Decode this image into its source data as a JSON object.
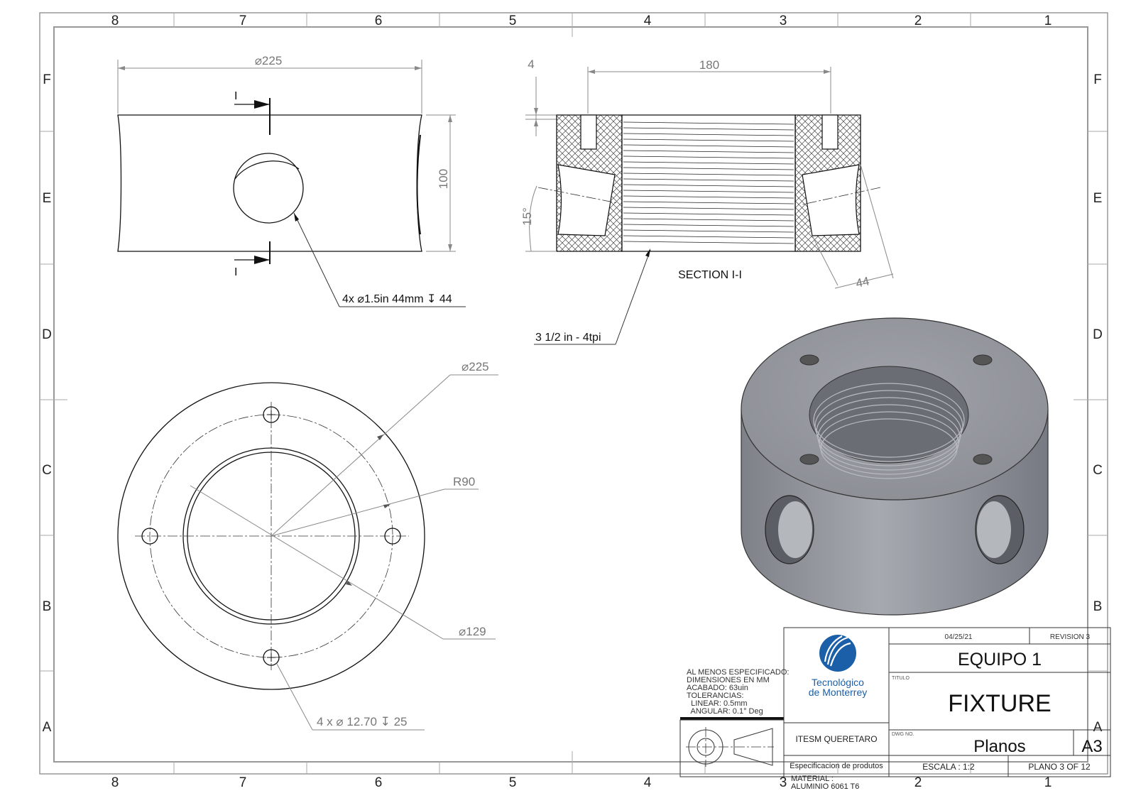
{
  "border": {
    "columns": [
      "8",
      "7",
      "6",
      "5",
      "4",
      "3",
      "2",
      "1"
    ],
    "rows": [
      "F",
      "E",
      "D",
      "C",
      "B",
      "A"
    ]
  },
  "front_view": {
    "diameter_label": "⌀225",
    "height_label": "100",
    "section_mark": "I",
    "hole_callout": "4x ⌀1.5in 44mm ↧ 44"
  },
  "section_view": {
    "top_label": "180",
    "offset_label": "4",
    "angle_label": "15°",
    "depth_label": "44",
    "title": "SECTION I-I",
    "thread_callout": "3 1/2 in - 4tpi"
  },
  "top_view": {
    "outer_diameter_label": "⌀225",
    "radius_label": "R90",
    "bore_diameter_label": "⌀129",
    "hole_callout": "4 x ⌀ 12.70 ↧ 25"
  },
  "notes": {
    "lines": [
      "AL MENOS ESPECIFICADO:",
      "DIMENSIONES EN MM",
      "ACABADO: 63uin",
      "TOLERANCIAS:",
      "  LINEAR: 0.5mm",
      "  ANGULAR: 0.1° Deg"
    ]
  },
  "title_block": {
    "logo_line1": "Tecnológico",
    "logo_line2": "de Monterrey",
    "institution": "ITESM QUERETARO",
    "spec": "Especificacion de produtos",
    "material_line1": "MATERIAL :",
    "material_line2": "ALUMINIO 6061 T6",
    "date": "04/25/21",
    "revision": "REVISION 3",
    "team": "EQUIPO 1",
    "title_caption": "TITULO",
    "title": "FIXTURE",
    "dwg_caption": "DWG NO.",
    "dwg_no": "Planos",
    "size": "A3",
    "scale": "ESCALA : 1:2",
    "sheet": "PLANO 3 OF 12"
  },
  "colors": {
    "line": "#111111",
    "dimension": "#777777",
    "logo_blue": "#1a5fa8",
    "part_shade": "#8e9198"
  }
}
